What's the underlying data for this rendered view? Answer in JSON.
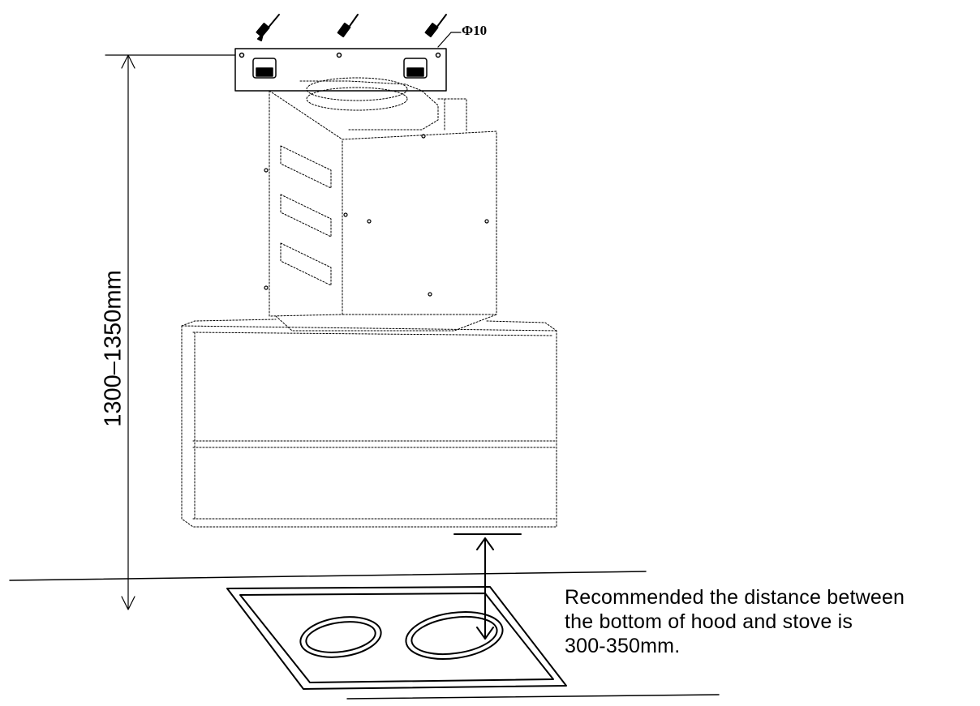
{
  "diagram": {
    "hole_diameter_label": "Φ10",
    "height_dimension_label": "1300–1350mm",
    "note": {
      "line1": "Recommended the distance between",
      "line2": "the bottom of hood and stove is",
      "line3": "300-350mm."
    }
  },
  "colors": {
    "line": "#000000",
    "background": "#ffffff",
    "bracket_fill": "#ffffff"
  }
}
